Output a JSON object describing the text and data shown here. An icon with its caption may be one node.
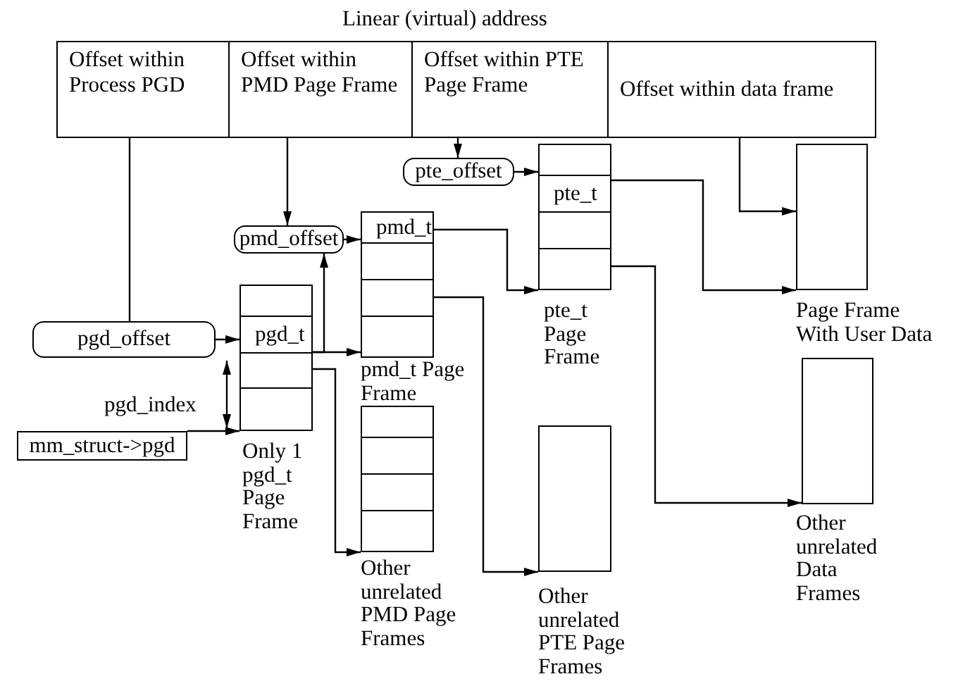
{
  "diagram": {
    "title": "Linear (virtual) address",
    "nodes": [
      {
        "text": [],
        "shape": "box"
      },
      {
        "text": [
          "Offset within Process PGD"
        ],
        "in": 0
      },
      {
        "text": [
          "Offset within PMD Page Frame"
        ],
        "in": 0
      },
      {
        "text": [
          "Offset within PTE Page Frame"
        ],
        "in": 0
      },
      {
        "text": [
          "Offset within data frame"
        ],
        "in": 0
      },
      {
        "text": [
          "pgd_offset"
        ]
      },
      {
        "text": [
          "pgd_t"
        ],
        "beside": [
          "Only 1 pgd_t Page Frame"
        ]
      },
      {
        "text": [
          "pmd_offset"
        ]
      },
      {
        "text": [
          "pmd_t"
        ],
        "beside": [
          "pmd_t Page Frame"
        ]
      },
      {
        "text": [
          "pte_offset"
        ]
      },
      {
        "text": [
          "pte_t"
        ],
        "beside": [
          "pte_t Page Frame"
        ]
      },
      {
        "text": [],
        "shape": "box",
        "beside": [
          "Page Frame With User Data"
        ]
      },
      {
        "text": [
          "mm_struct->pgd"
        ]
      },
      {
        "text": [],
        "shape": "box",
        "beside": [
          "Other unrelated PMD Page Frames"
        ]
      },
      {
        "text": [],
        "shape": "box",
        "beside": [
          "Other unrelated PTE Page Frames"
        ]
      },
      {
        "text": [],
        "shape": "box",
        "beside": [
          "Other unrelated Data Frames"
        ]
      }
    ],
    "edges": [
      {
        "from": 1,
        "to": 5,
        "arrow": "none"
      },
      {
        "from": 2,
        "to": 7,
        "arrow": "to"
      },
      {
        "from": 3,
        "to": 9,
        "arrow": "to"
      },
      {
        "from": 4,
        "to": 11,
        "arrow": "to"
      },
      {
        "from": 5,
        "to": 6,
        "arrow": "to"
      },
      {
        "from": 6,
        "to": 7,
        "arrow": "to"
      },
      {
        "from": 6,
        "to": 8,
        "arrow": "to"
      },
      {
        "from": 7,
        "to": 8,
        "arrow": "to"
      },
      {
        "from": 6,
        "to": 13,
        "arrow": "to"
      },
      {
        "from": 8,
        "to": 10,
        "arrow": "to"
      },
      {
        "from": 8,
        "to": 14,
        "arrow": "to"
      },
      {
        "from": 9,
        "to": 10,
        "arrow": "to"
      },
      {
        "from": 10,
        "to": 11,
        "arrow": "to"
      },
      {
        "from": 10,
        "to": 15,
        "arrow": "to"
      },
      {
        "from": 12,
        "to": 6,
        "arrow": "to"
      }
    ],
    "labels": [
      "pgd_index"
    ]
  }
}
